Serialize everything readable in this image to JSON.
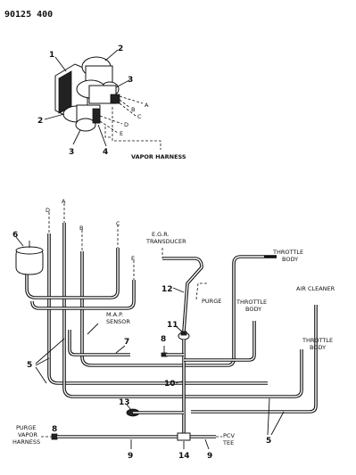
{
  "doc_code": "90125 400",
  "top_assembly": {
    "callouts": [
      "1",
      "2",
      "3",
      "2",
      "3",
      "4"
    ],
    "port_letters": [
      "A",
      "B",
      "C",
      "D",
      "E"
    ],
    "harness_label": "VAPOR HARNESS"
  },
  "bottom_diagram": {
    "line_letters": [
      "D",
      "A",
      "B",
      "C",
      "E"
    ],
    "callouts": {
      "c6": "6",
      "c12": "12",
      "c11": "11",
      "c8a": "8",
      "c7": "7",
      "c5a": "5",
      "c10": "10",
      "c13": "13",
      "c5b": "5",
      "c8b": "8",
      "c9a": "9",
      "c14": "14",
      "c9b": "9"
    },
    "labels": {
      "egr_transducer": [
        "E.G.R.",
        "TRANSDUCER"
      ],
      "throttle_body_1": [
        "THROTTLE",
        "BODY"
      ],
      "purge": "PURGE",
      "throttle_body_2": [
        "THROTTLE",
        "BODY"
      ],
      "air_cleaner": "AIR CLEANER",
      "map_sensor": [
        "M.A.P.",
        "SENSOR"
      ],
      "throttle_body_3": [
        "THROTTLE",
        "BODY"
      ],
      "purge_vapor_harness": [
        "PURGE",
        "VAPOR",
        "HARNESS"
      ],
      "pcv_tee": [
        "PCV",
        "TEE"
      ]
    }
  }
}
